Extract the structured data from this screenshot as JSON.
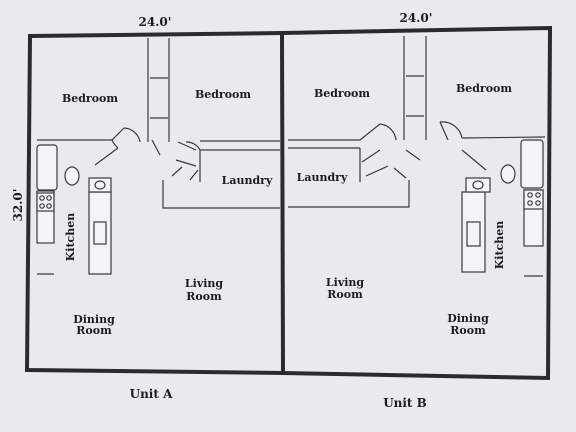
{
  "dimensions": {
    "width": "24.0'",
    "height": "32.0'"
  },
  "units": [
    {
      "name": "Unit A",
      "rooms": {
        "bedroom_left": "Bedroom",
        "bedroom_right": "Bedroom",
        "laundry": "Laundry",
        "kitchen": "Kitchen",
        "living_line1": "Living",
        "living_line2": "Room",
        "dining_line1": "Dining",
        "dining_line2": "Room"
      }
    },
    {
      "name": "Unit B",
      "rooms": {
        "bedroom_left": "Bedroom",
        "bedroom_right": "Bedroom",
        "laundry": "Laundry",
        "kitchen": "Kitchen",
        "living_line1": "Living",
        "living_line2": "Room",
        "dining_line1": "Dining",
        "dining_line2": "Room"
      }
    }
  ]
}
